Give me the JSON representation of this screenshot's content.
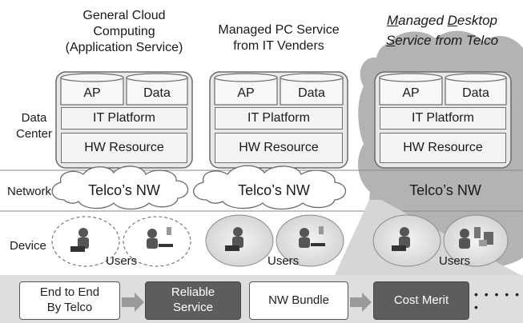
{
  "columns": [
    {
      "title_lines": [
        "General Cloud",
        "Computing",
        "(Application Service)"
      ],
      "ap": "AP",
      "data": "Data",
      "platform": "IT Platform",
      "hw": "HW Resource",
      "network": "Telco’s NW",
      "users": "Users"
    },
    {
      "title_lines": [
        "Managed PC Service",
        "from IT Venders"
      ],
      "ap": "AP",
      "data": "Data",
      "platform": "IT Platform",
      "hw": "HW Resource",
      "network": "Telco’s NW",
      "users": "Users"
    },
    {
      "title_line1_parts": [
        "M",
        "anaged ",
        "D",
        "esktop"
      ],
      "title_line2_parts": [
        "S",
        "ervice from Telco"
      ],
      "ap": "AP",
      "data": "Data",
      "platform": "IT Platform",
      "hw": "HW Resource",
      "network": "Telco’s NW",
      "users": "Users"
    }
  ],
  "row_labels": {
    "datacenter": [
      "Data",
      "Center"
    ],
    "network": "Network",
    "device": "Device"
  },
  "bottom_flow": [
    {
      "lines": [
        "End to End",
        "By Telco"
      ],
      "style": "light"
    },
    {
      "lines": [
        "Reliable",
        "Service"
      ],
      "style": "dark"
    },
    {
      "lines": [
        "NW Bundle"
      ],
      "style": "light"
    },
    {
      "lines": [
        "Cost Merit"
      ],
      "style": "dark"
    }
  ],
  "ellipsis": "• • • • • •",
  "colors": {
    "telco_cloud": "#b3b3b3",
    "box_fill": "#f3f3f3",
    "dark_box": "#5d5d5d",
    "bottom_band": "#dedede",
    "device_fill": "#e0e0e0"
  }
}
